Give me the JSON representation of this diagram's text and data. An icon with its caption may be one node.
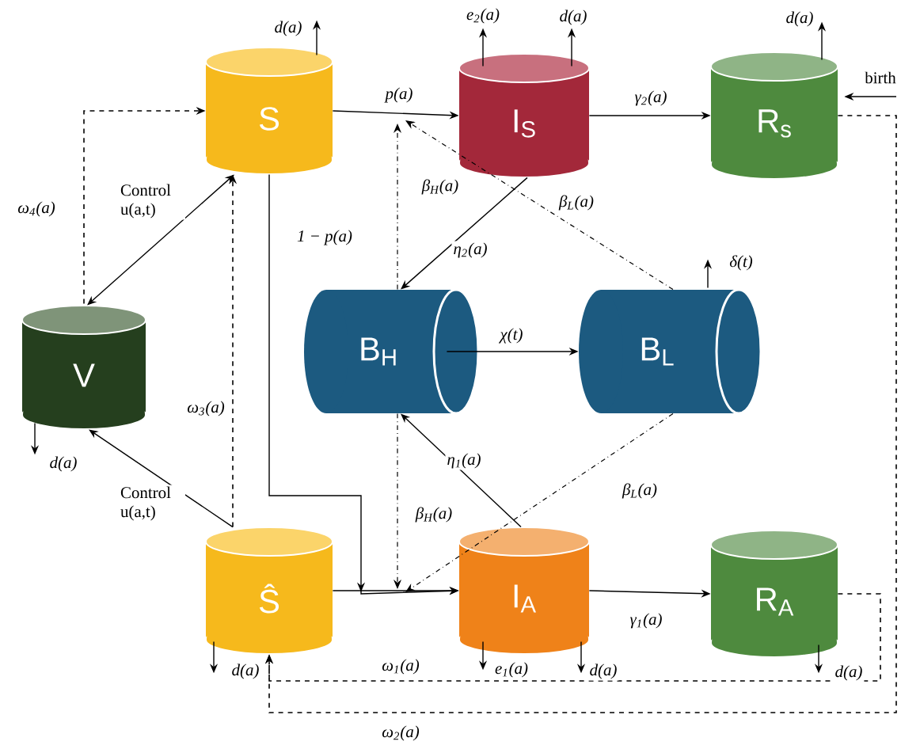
{
  "diagram": {
    "nodes": [
      {
        "text": [
          "S"
        ]
      },
      {
        "text": [
          "I$_{S}$"
        ]
      },
      {
        "text": [
          "R$_{s}$"
        ]
      },
      {
        "text": [
          "V"
        ]
      },
      {
        "text": [
          "B$_{H}$"
        ]
      },
      {
        "text": [
          "B$_{L}$"
        ]
      },
      {
        "text": [
          "Ŝ"
        ]
      },
      {
        "text": [
          "I$_{A}$"
        ]
      },
      {
        "text": [
          "R$_{A}$"
        ]
      }
    ],
    "edges": [
      {
        "from": 0,
        "to": 1,
        "arrow": "to",
        "label": "p(a)"
      },
      {
        "from": 1,
        "to": 2,
        "arrow": "to",
        "label": "γ$_{2}$(a)"
      },
      {
        "from": 0,
        "to": 7,
        "arrow": "to",
        "label": "1 − p(a)"
      },
      {
        "from": 6,
        "to": 7,
        "arrow": "to"
      },
      {
        "from": 7,
        "to": 8,
        "arrow": "to",
        "label": "γ$_{1}$(a)"
      },
      {
        "from": 1,
        "to": 4,
        "arrow": "to",
        "label": "η$_{2}$(a)"
      },
      {
        "from": 7,
        "to": 4,
        "arrow": "to",
        "label": "η$_{1}$(a)"
      },
      {
        "from": 4,
        "to": null,
        "arrow": "to",
        "label": "β$_{H}$(a)",
        "style": "dashed"
      },
      {
        "from": 5,
        "to": null,
        "arrow": "to",
        "label": "β$_{L}$(a)",
        "style": "dashed"
      },
      {
        "from": 4,
        "to": null,
        "arrow": "to",
        "label": "β$_{H}$(a)",
        "style": "dashed"
      },
      {
        "from": 5,
        "to": null,
        "arrow": "to",
        "label": "β$_{L}$(a)",
        "style": "dashed"
      },
      {
        "from": 0,
        "to": 3,
        "arrow": "both",
        "label": "Control u(a,t)"
      },
      {
        "from": 3,
        "to": 0,
        "arrow": "to",
        "label": "ω$_{4}$(a)",
        "style": "dashed"
      },
      {
        "from": 6,
        "to": 0,
        "arrow": "to",
        "label": "ω$_{3}$(a)",
        "style": "dashed"
      },
      {
        "from": 6,
        "to": 3,
        "arrow": "to",
        "label": "Control u(a,t)"
      },
      {
        "from": 8,
        "to": 6,
        "arrow": "to",
        "label": "ω$_{1}$(a)",
        "style": "dashed"
      },
      {
        "from": 2,
        "to": 6,
        "arrow": "to",
        "label": "ω$_{2}$(a)",
        "style": "dashed"
      },
      {
        "from": null,
        "to": 2,
        "arrow": "to",
        "label": "birth"
      },
      {
        "from": 0,
        "to": null,
        "arrow": "to",
        "label": "d(a)"
      },
      {
        "from": 1,
        "to": null,
        "arrow": "to",
        "label": "e$_{2}$(a)"
      },
      {
        "from": 1,
        "to": null,
        "arrow": "to",
        "label": "d(a)"
      },
      {
        "from": 2,
        "to": null,
        "arrow": "to",
        "label": "d(a)"
      },
      {
        "from": 3,
        "to": null,
        "arrow": "to",
        "label": "d(a)"
      },
      {
        "from": 6,
        "to": null,
        "arrow": "to",
        "label": "d(a)"
      },
      {
        "from": 7,
        "to": null,
        "arrow": "to",
        "label": "e$_{1}$(a)"
      },
      {
        "from": 7,
        "to": null,
        "arrow": "to",
        "label": "d(a)"
      },
      {
        "from": 8,
        "to": null,
        "arrow": "to",
        "label": "d(a)"
      },
      {
        "from": 5,
        "to": null,
        "arrow": "to",
        "label": "δ(t)"
      },
      {
        "from": 4,
        "to": 5,
        "arrow": "to",
        "label": "χ(t)"
      }
    ]
  }
}
